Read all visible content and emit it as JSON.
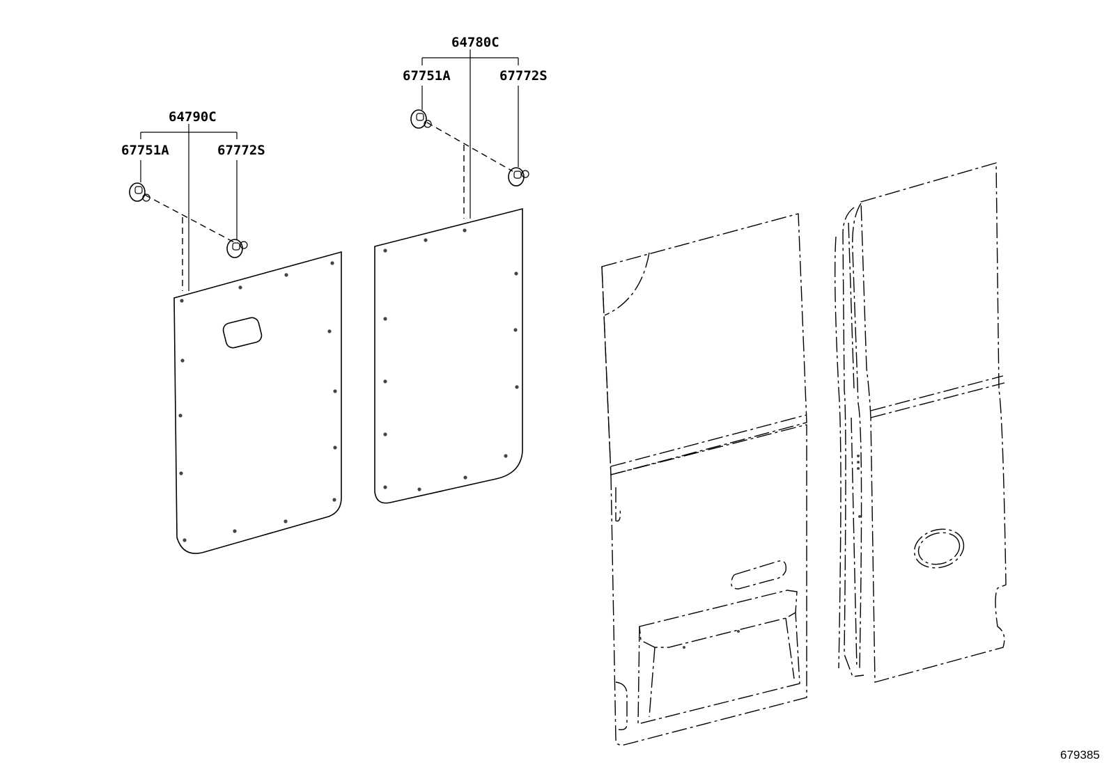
{
  "labels": {
    "left_group": "64790C",
    "left_clip_a": "67751A",
    "left_clip_b": "67772S",
    "right_group": "64780C",
    "right_clip_a": "67751A",
    "right_clip_b": "67772S"
  },
  "figure_number": "679385"
}
